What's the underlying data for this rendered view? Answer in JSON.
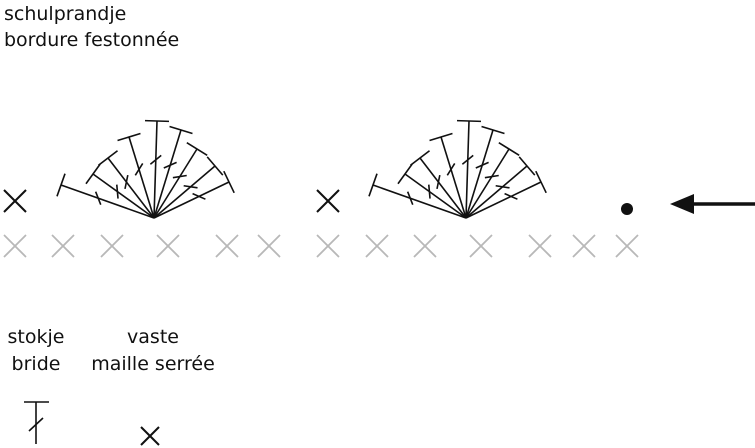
{
  "title": {
    "line1": "schulprandje",
    "line2": "bordure festonnée"
  },
  "colors": {
    "ink": "#111111",
    "foundation": "#b8b8b8",
    "background": "#ffffff"
  },
  "pattern": {
    "row_order": [
      "single-crochet",
      "fan-of-9-double-crochet",
      "single-crochet",
      "fan-of-9-double-crochet",
      "slip-stitch"
    ],
    "foundation_stitch_count": 13,
    "fan_stitch_count": 9,
    "direction_icon": "arrow-left-icon"
  },
  "legend": {
    "double_crochet": {
      "label_nl": "stokje",
      "label_fr": "bride",
      "icon": "double-crochet-symbol-icon"
    },
    "single_crochet": {
      "label_nl": "vaste",
      "label_fr": "maille serrée",
      "icon": "single-crochet-symbol-icon"
    }
  }
}
